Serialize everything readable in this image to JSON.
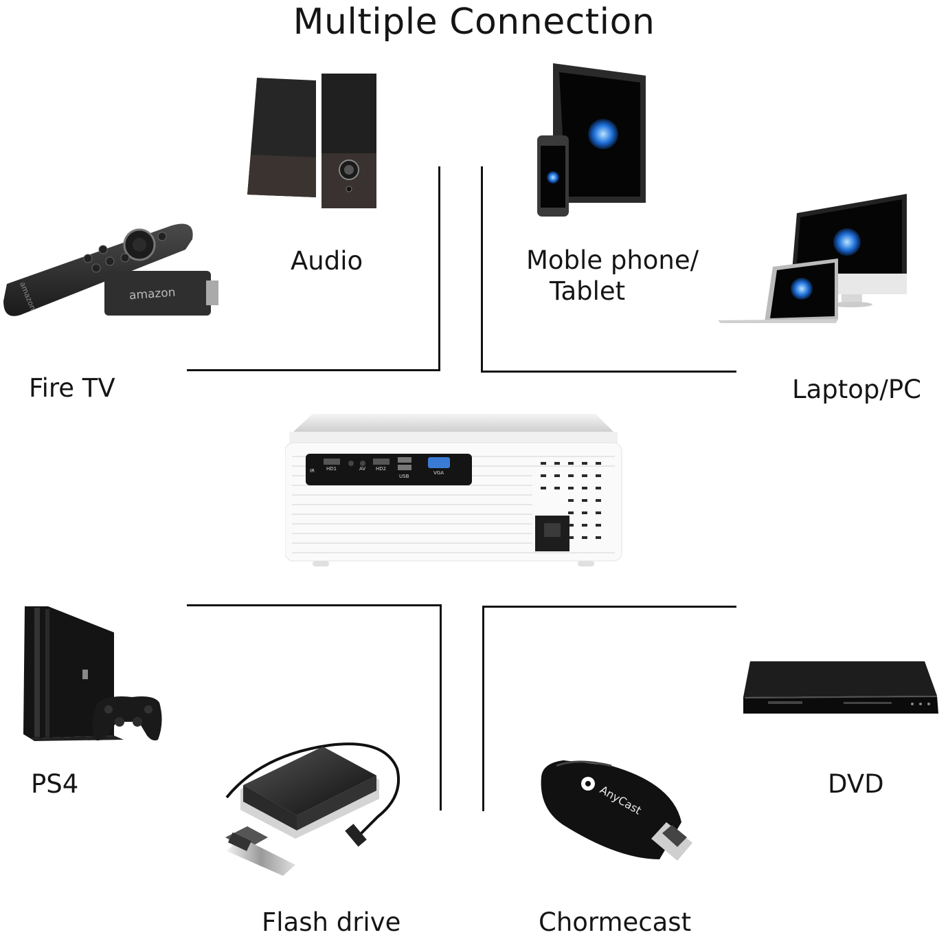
{
  "title": "Multiple Connection",
  "labels": {
    "fire_tv": "Fire TV",
    "audio": "Audio",
    "mobile_line1": "Moble phone/",
    "mobile_line2": "Tablet",
    "laptop": "Laptop/PC",
    "ps4": "PS4",
    "flash_drive": "Flash drive",
    "chromecast": "Chormecast",
    "dvd": "DVD"
  },
  "projector_ports": [
    "IR",
    "HD1",
    "AV",
    "HD2",
    "USB",
    "VGA"
  ],
  "brands": {
    "fire_tv_remote": "amazon",
    "fire_tv_stick": "amazon",
    "anycast": "AnyCast"
  },
  "icons": [
    "fire-tv-device-icon",
    "speakers-icon",
    "tablet-phone-icon",
    "laptop-monitor-icon",
    "projector-icon",
    "ps4-console-icon",
    "hard-drive-flash-icon",
    "anycast-dongle-icon",
    "dvd-player-icon"
  ]
}
